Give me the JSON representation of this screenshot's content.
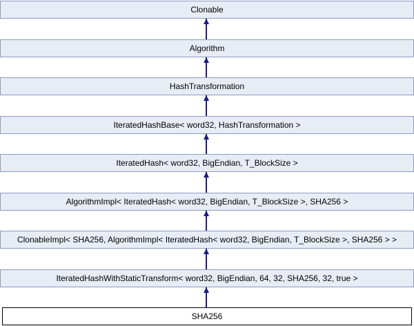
{
  "diagram": {
    "kind": "class-inheritance-diagram",
    "focus_class": "SHA256",
    "nodes": [
      {
        "label": "Clonable"
      },
      {
        "label": "Algorithm"
      },
      {
        "label": "HashTransformation"
      },
      {
        "label": "IteratedHashBase< word32, HashTransformation >"
      },
      {
        "label": "IteratedHash< word32, BigEndian, T_BlockSize >"
      },
      {
        "label": "AlgorithmImpl< IteratedHash< word32, BigEndian, T_BlockSize >, SHA256 >"
      },
      {
        "label": "ClonableImpl< SHA256, AlgorithmImpl< IteratedHash< word32, BigEndian, T_BlockSize >, SHA256 > >"
      },
      {
        "label": "IteratedHashWithStaticTransform< word32, BigEndian, 64, 32, SHA256, 32, true >"
      },
      {
        "label": "SHA256",
        "highlight": true
      }
    ],
    "edges_note": "each arrow points from derived class up to its base class",
    "colors": {
      "node_fill": "#e8ecf5",
      "node_border": "#8a9ac5",
      "arrow": "#1a1a8c",
      "focus_fill": "#ffffff",
      "focus_border": "#000000",
      "text": "#000000"
    }
  }
}
